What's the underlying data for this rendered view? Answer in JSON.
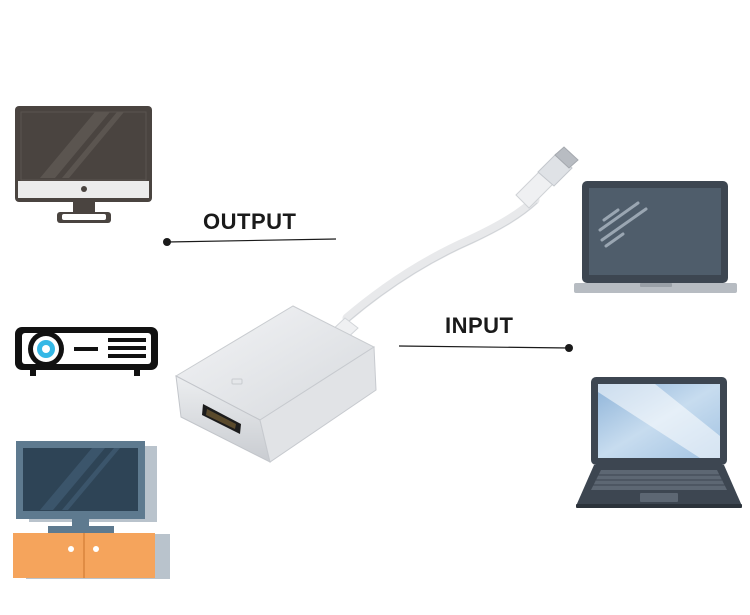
{
  "labels": {
    "output": "OUTPUT",
    "input": "INPUT"
  },
  "output_devices": [
    "monitor-icon",
    "projector-icon",
    "tv-icon"
  ],
  "input_devices": [
    "macbook-icon",
    "laptop-icon"
  ],
  "center_device": "usb-c-to-hdmi-adapter",
  "colors": {
    "adapter_body": "#e4e6e9",
    "monitor_dark": "#4a4440",
    "laptop_dark": "#3d4651",
    "tv_screen": "#2e4456",
    "cabinet": "#f5a45c",
    "line": "#1a1a1a"
  }
}
